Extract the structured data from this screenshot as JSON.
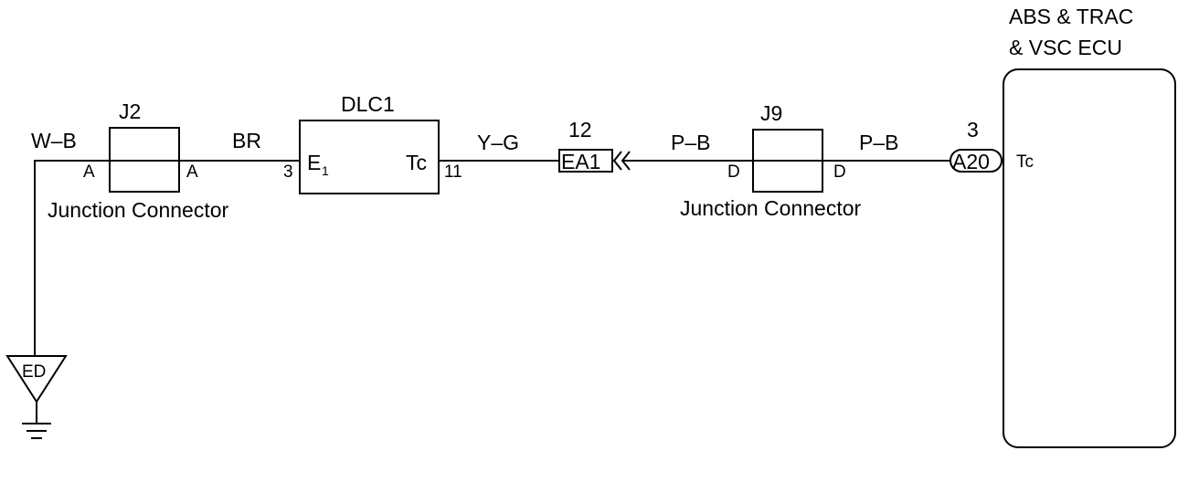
{
  "ecu": {
    "title_line1": "ABS & TRAC",
    "title_line2": "& VSC ECU",
    "pin_label": "Tc"
  },
  "ground": {
    "label": "ED",
    "wire_color": "W–B"
  },
  "j2": {
    "name": "J2",
    "pin_left": "A",
    "pin_right": "A",
    "caption": "Junction Connector"
  },
  "wire_br": {
    "color": "BR"
  },
  "dlc1": {
    "name": "DLC1",
    "pin_left_number": "3",
    "pin_left_label": "E",
    "pin_left_subscript": "1",
    "pin_right_label": "Tc",
    "pin_right_number": "11"
  },
  "wire_yg": {
    "color": "Y–G"
  },
  "ea1": {
    "name": "EA1",
    "pin_number": "12"
  },
  "wire_pb1": {
    "color": "P–B"
  },
  "j9": {
    "name": "J9",
    "pin_left": "D",
    "pin_right": "D",
    "caption": "Junction Connector"
  },
  "wire_pb2": {
    "color": "P–B"
  },
  "a20": {
    "name": "A20",
    "pin_number": "3"
  }
}
